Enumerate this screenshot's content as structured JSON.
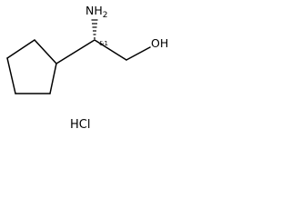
{
  "molecule": {
    "atoms": {
      "amine_symbol": "NH",
      "amine_subscript": "2",
      "hydroxyl": "OH"
    },
    "stereo_label": "&1",
    "salt": "HCl"
  }
}
